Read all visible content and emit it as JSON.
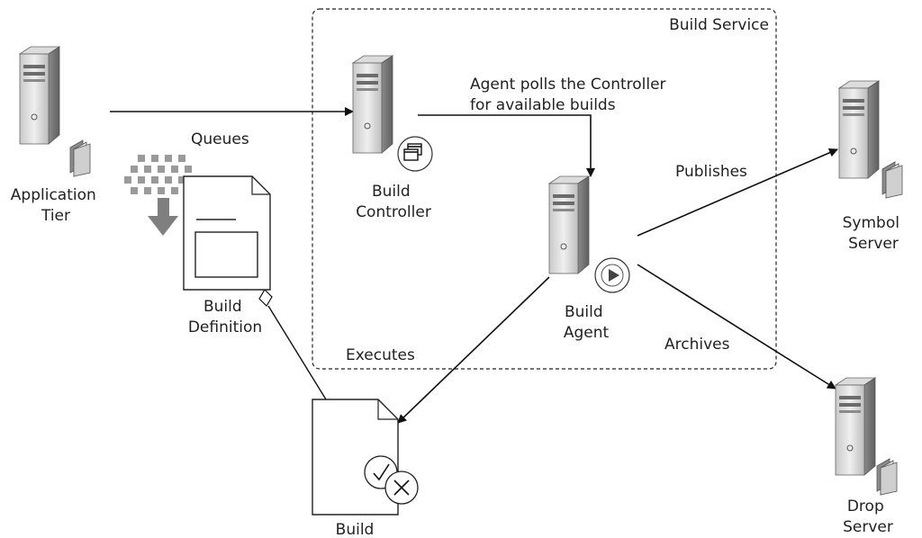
{
  "group": {
    "label": "Build Service"
  },
  "nodes": {
    "application_tier": {
      "lines": [
        "Application",
        "Tier"
      ]
    },
    "build_controller": {
      "lines": [
        "Build",
        "Controller"
      ]
    },
    "build_agent": {
      "lines": [
        "Build",
        "Agent"
      ]
    },
    "symbol_server": {
      "lines": [
        "Symbol",
        "Server"
      ]
    },
    "drop_server": {
      "lines": [
        "Drop",
        "Server"
      ]
    },
    "build_definition": {
      "lines": [
        "Build",
        "Definition"
      ]
    },
    "build": {
      "lines": [
        "Build"
      ]
    }
  },
  "edges": {
    "queues": "Queues",
    "polls": [
      "Agent polls the Controller",
      "for available builds"
    ],
    "publishes": "Publishes",
    "executes": "Executes",
    "archives": "Archives"
  },
  "icons": [
    "server-icon",
    "window-badge-icon",
    "play-badge-icon",
    "folder-icon",
    "document-icon",
    "download-arrow-icon",
    "check-icon",
    "cross-icon"
  ]
}
